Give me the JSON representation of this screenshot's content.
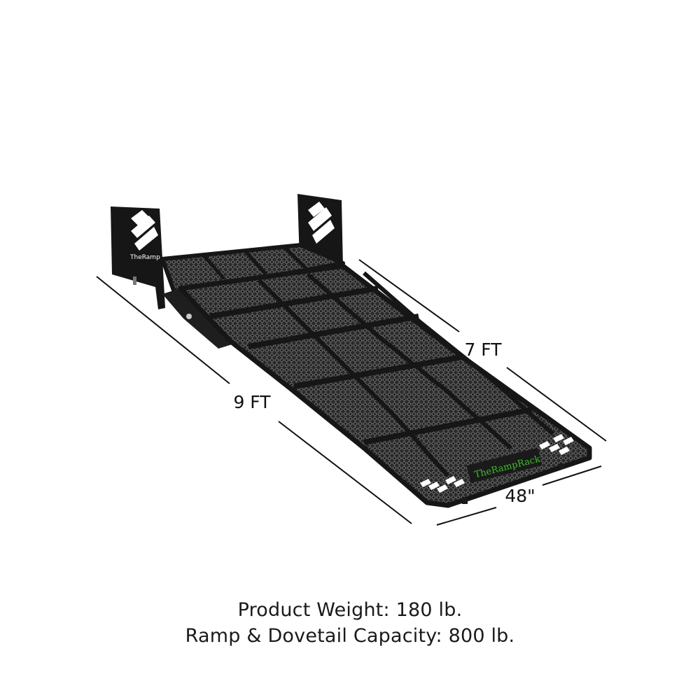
{
  "dimensions": {
    "length_label": "9 FT",
    "deck_label": "7 FT",
    "width_label": "48\""
  },
  "brand": {
    "front_logo_text": "TheRampRack",
    "bracket_logo_text": "TheRamp"
  },
  "specs": {
    "weight": "Product Weight: 180 lb.",
    "capacity": "Ramp & Dovetail Capacity: 800 lb."
  },
  "colors": {
    "frame": "#1c1c1c",
    "mesh": "#3a3a3a",
    "logo_green": "#3fbf2a"
  }
}
